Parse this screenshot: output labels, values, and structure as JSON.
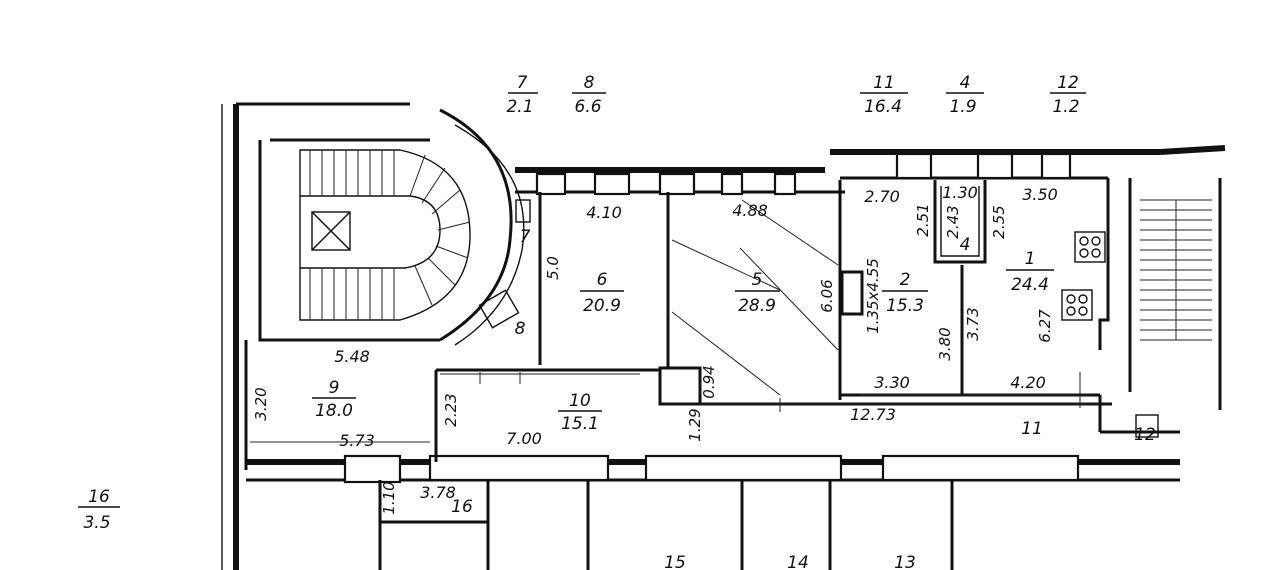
{
  "top_labels": [
    {
      "num": "7",
      "area": "2.1"
    },
    {
      "num": "8",
      "area": "6.6"
    },
    {
      "num": "11",
      "area": "16.4"
    },
    {
      "num": "4",
      "area": "1.9"
    },
    {
      "num": "12",
      "area": "1.2"
    }
  ],
  "side_label": {
    "num": "16",
    "area": "3.5"
  },
  "rooms": [
    {
      "num": "6",
      "area": "20.9"
    },
    {
      "num": "5",
      "area": "28.9"
    },
    {
      "num": "2",
      "area": "15.3"
    },
    {
      "num": "1",
      "area": "24.4"
    },
    {
      "num": "9",
      "area": "18.0"
    },
    {
      "num": "10",
      "area": "15.1"
    }
  ],
  "room_marks": [
    "7",
    "8",
    "4",
    "11",
    "12",
    "16",
    "15",
    "14",
    "13"
  ],
  "dimensions": [
    "4.10",
    "4.88",
    "2.70",
    "1.30",
    "3.50",
    "5.48",
    "3.30",
    "4.20",
    "12.73",
    "5.73",
    "7.00",
    "3.78"
  ],
  "vertical_dimensions": [
    "5.0",
    "6.06",
    "2.51",
    "2.43",
    "2.55",
    "1.35x4.55",
    "3.80",
    "3.73",
    "6.27",
    "3.20",
    "2.23",
    "0.94",
    "1.29",
    "1.10"
  ]
}
